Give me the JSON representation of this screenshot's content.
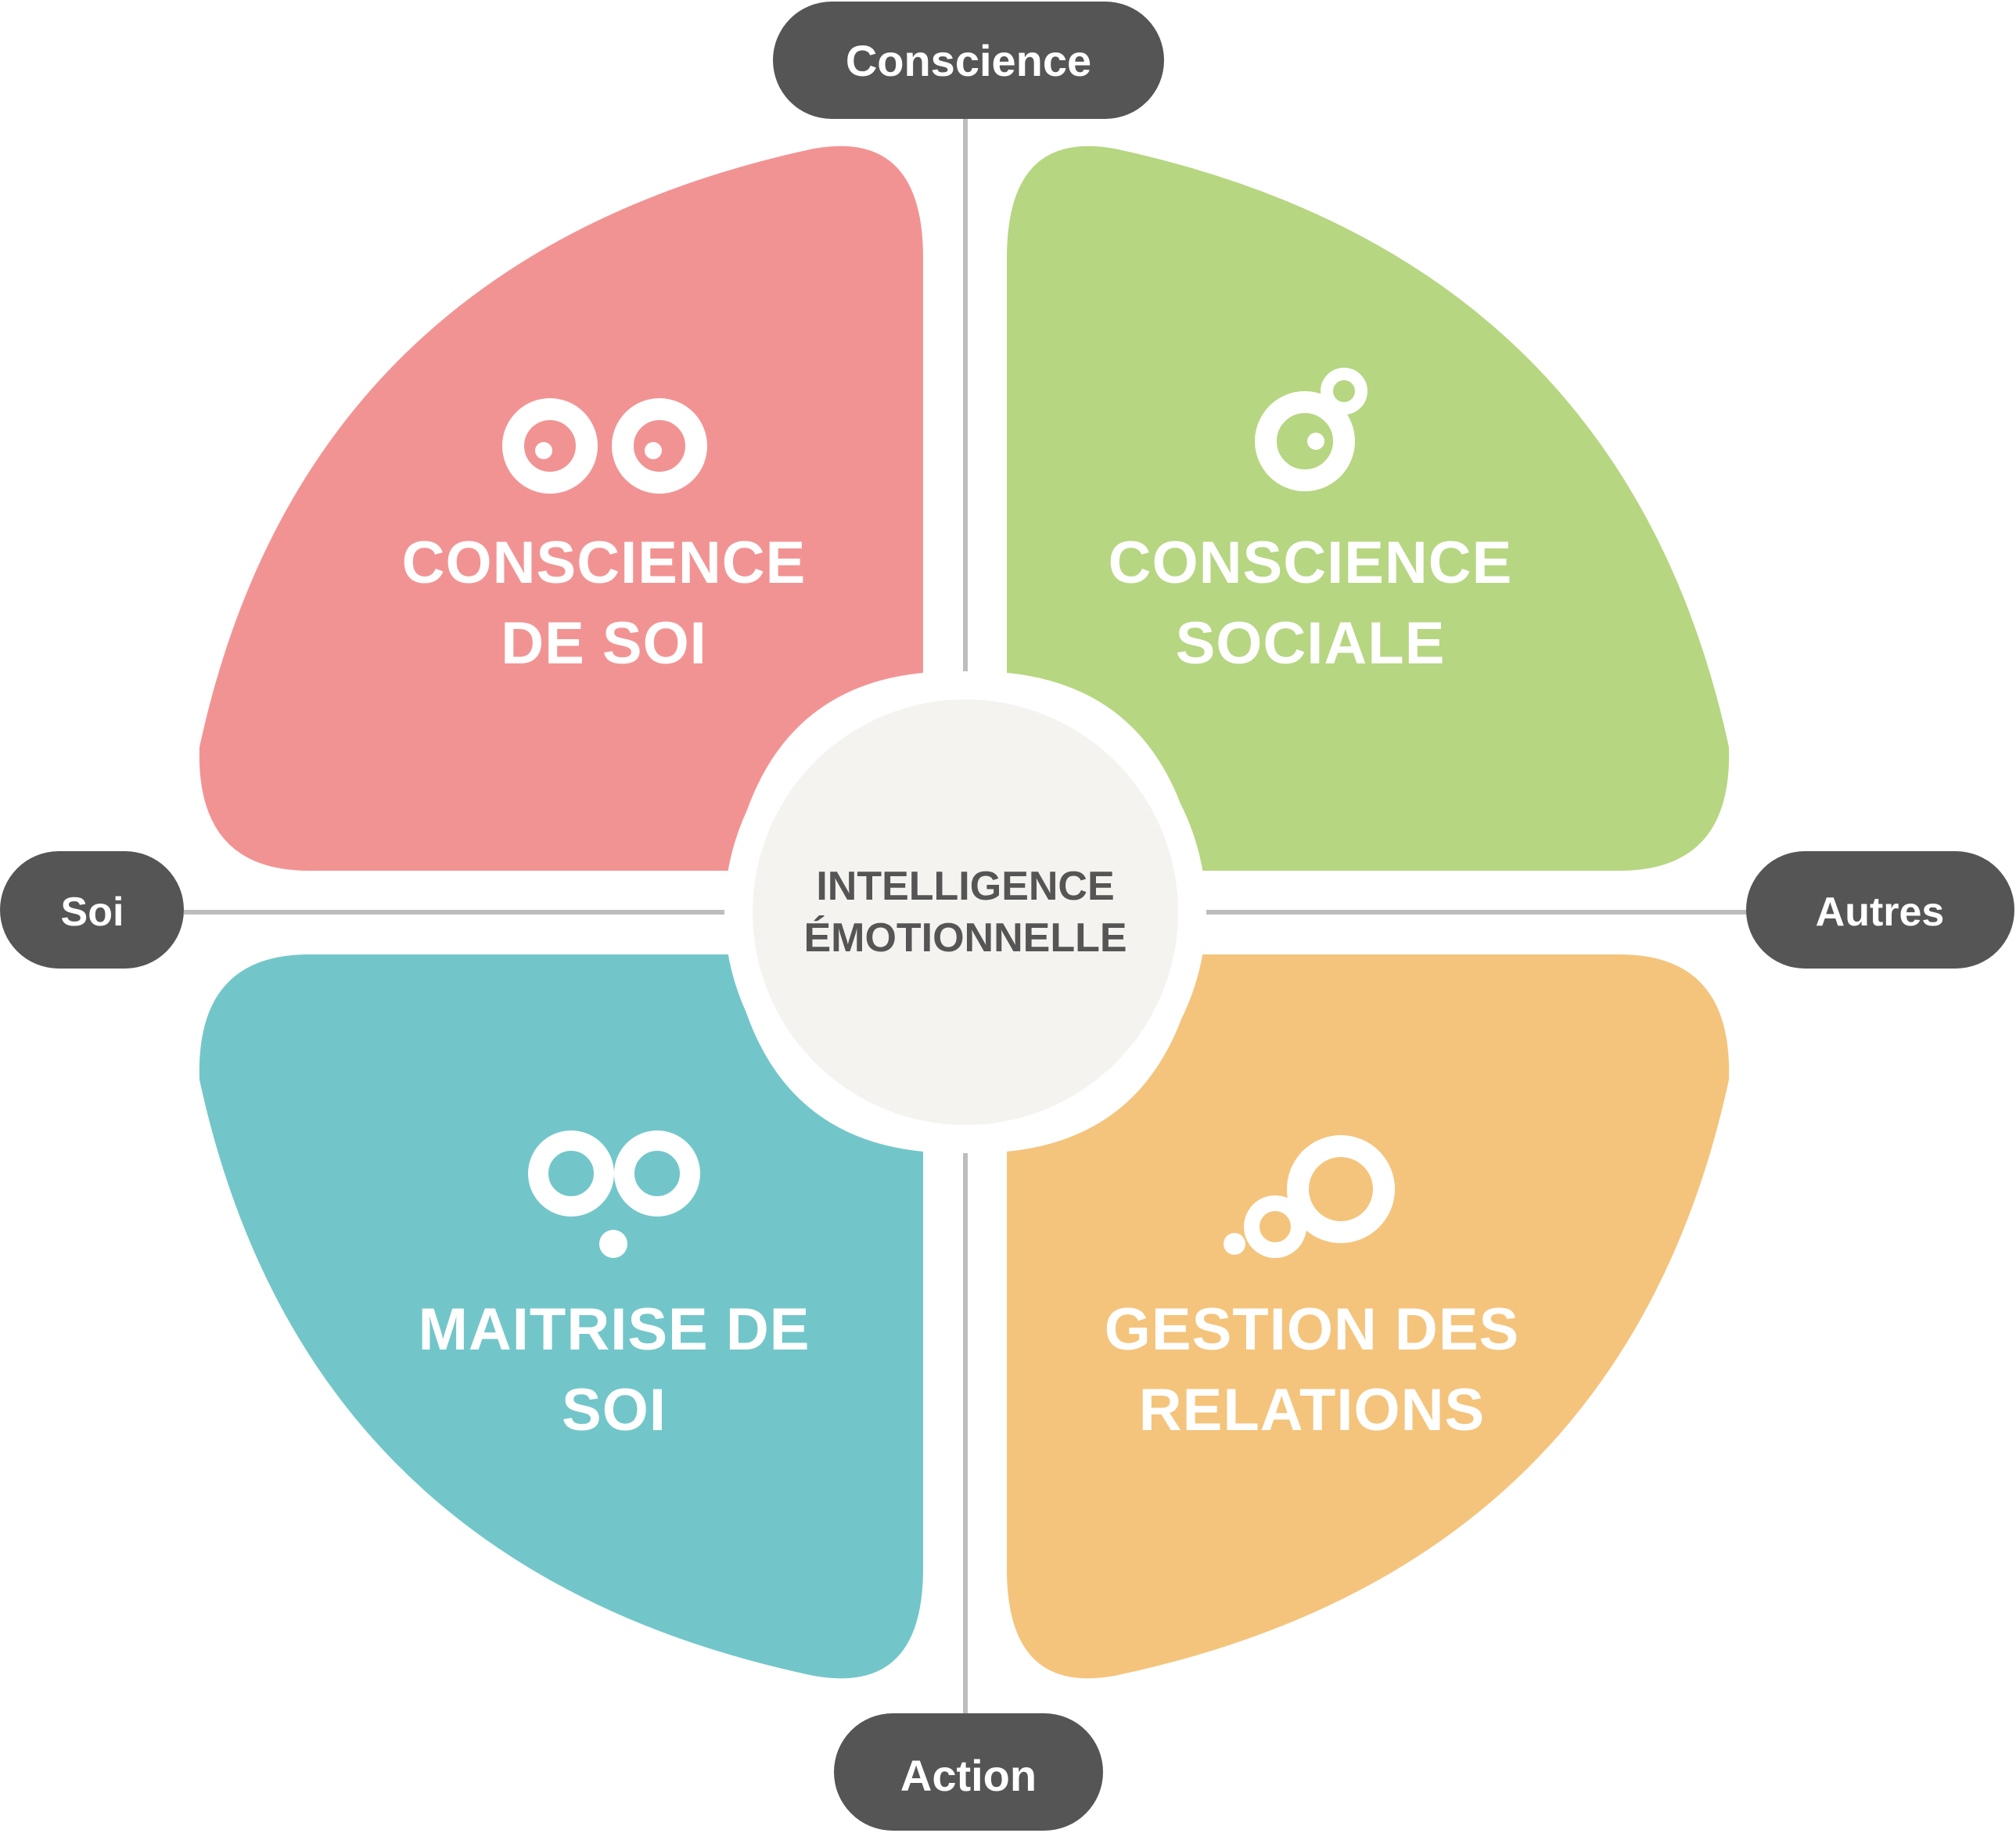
{
  "center": {
    "line1": "INTELLIGENCE",
    "line2": "ÉMOTIONNELLE"
  },
  "axes": {
    "top": "Conscience",
    "bottom": "Action",
    "left": "Soi",
    "right": "Autres"
  },
  "quadrants": {
    "top_left": {
      "line1": "CONSCIENCE",
      "line2": "DE SOI",
      "color": "#F29393",
      "icon": "two-eyes-icon"
    },
    "top_right": {
      "line1": "CONSCIENCE",
      "line2": "SOCIALE",
      "color": "#B6D681",
      "icon": "eye-with-bubble-icon"
    },
    "bottom_left": {
      "line1": "MAITRISE DE",
      "line2": "SOI",
      "color": "#72C6C9",
      "icon": "thought-bubble-icon"
    },
    "bottom_right": {
      "line1": "GESTION DES",
      "line2": "RELATIONS",
      "color": "#F4C47C",
      "icon": "connected-circles-icon"
    }
  },
  "colors": {
    "pill": "#555555",
    "center_fill": "#F5F3F0",
    "axis_line": "#BDBDBD"
  }
}
